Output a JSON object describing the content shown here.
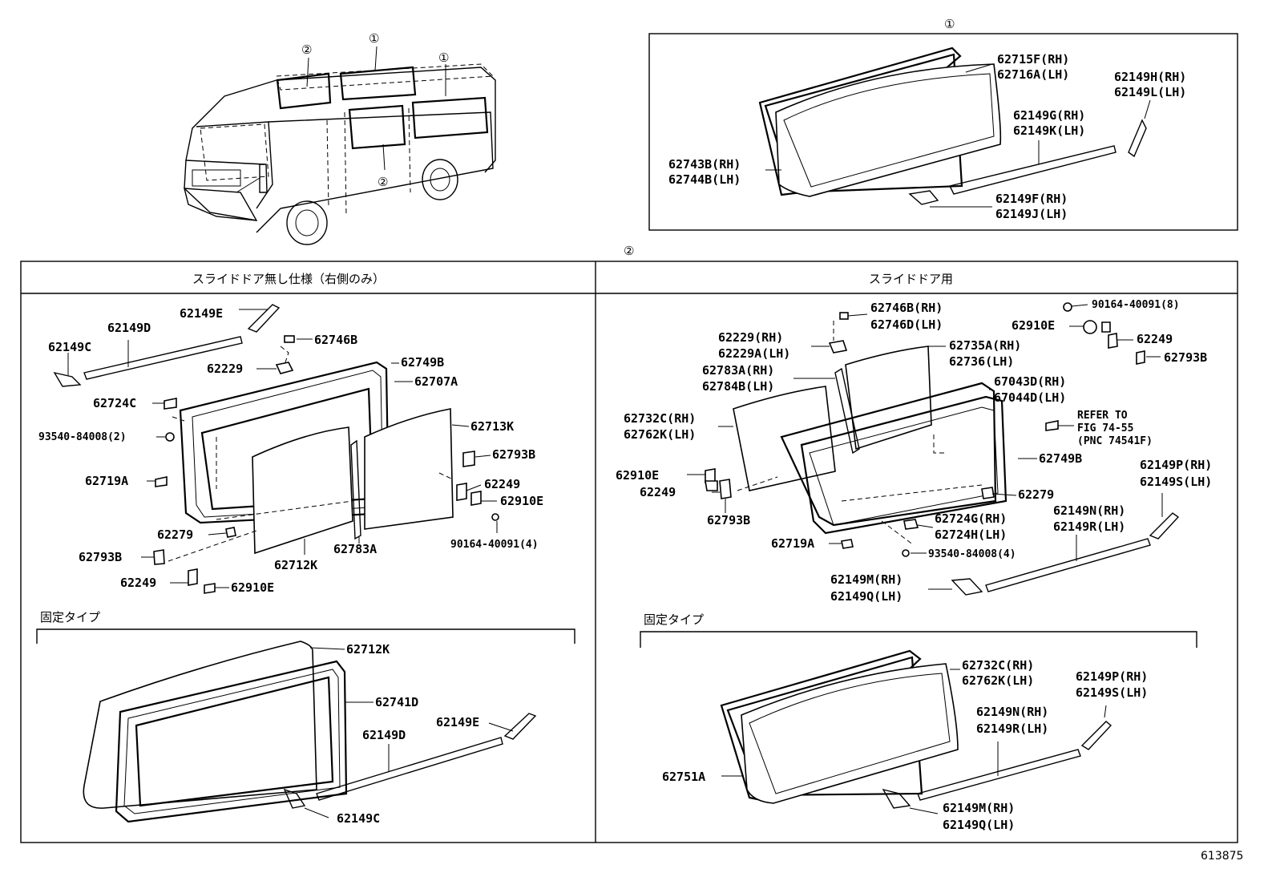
{
  "markers": {
    "one": "①",
    "two": "②"
  },
  "section1": {
    "marker": "①",
    "labels": [
      {
        "id": "p1a",
        "text": "62715F(RH)"
      },
      {
        "id": "p1b",
        "text": "62716A(LH)"
      },
      {
        "id": "p1c",
        "text": "62149H(RH)"
      },
      {
        "id": "p1d",
        "text": "62149L(LH)"
      },
      {
        "id": "p1e",
        "text": "62149G(RH)"
      },
      {
        "id": "p1f",
        "text": "62149K(LH)"
      },
      {
        "id": "p1g",
        "text": "62743B(RH)"
      },
      {
        "id": "p1h",
        "text": "62744B(LH)"
      },
      {
        "id": "p1i",
        "text": "62149F(RH)"
      },
      {
        "id": "p1j",
        "text": "62149J(LH)"
      }
    ]
  },
  "section2": {
    "marker": "②",
    "left_header": "スライドドア無し仕様（右側のみ）",
    "right_header": "スライドドア用",
    "fixed_type_left": "固定タイプ",
    "fixed_type_right": "固定タイプ",
    "left_labels": [
      {
        "id": "l1",
        "text": "62149E"
      },
      {
        "id": "l2",
        "text": "62149D"
      },
      {
        "id": "l3",
        "text": "62149C"
      },
      {
        "id": "l4",
        "text": "62746B"
      },
      {
        "id": "l5",
        "text": "62229"
      },
      {
        "id": "l6",
        "text": "62749B"
      },
      {
        "id": "l7",
        "text": "62707A"
      },
      {
        "id": "l8",
        "text": "62724C"
      },
      {
        "id": "l9",
        "text": "93540-84008(2)"
      },
      {
        "id": "l10",
        "text": "62713K"
      },
      {
        "id": "l11",
        "text": "62793B"
      },
      {
        "id": "l12",
        "text": "62719A"
      },
      {
        "id": "l13",
        "text": "62249"
      },
      {
        "id": "l14",
        "text": "62910E"
      },
      {
        "id": "l15",
        "text": "62279"
      },
      {
        "id": "l16",
        "text": "90164-40091(4)"
      },
      {
        "id": "l17",
        "text": "62712K"
      },
      {
        "id": "l18",
        "text": "62783A"
      },
      {
        "id": "l19",
        "text": "62793B"
      },
      {
        "id": "l20",
        "text": "62249"
      },
      {
        "id": "l21",
        "text": "62910E"
      }
    ],
    "left_fixed_labels": [
      {
        "id": "lf1",
        "text": "62712K"
      },
      {
        "id": "lf2",
        "text": "62741D"
      },
      {
        "id": "lf3",
        "text": "62149E"
      },
      {
        "id": "lf4",
        "text": "62149D"
      },
      {
        "id": "lf5",
        "text": "62149C"
      }
    ],
    "right_labels": [
      {
        "id": "r1",
        "text": "62746B(RH)"
      },
      {
        "id": "r2",
        "text": "62746D(LH)"
      },
      {
        "id": "r3",
        "text": "90164-40091(8)"
      },
      {
        "id": "r4",
        "text": "62910E"
      },
      {
        "id": "r5",
        "text": "62249"
      },
      {
        "id": "r6",
        "text": "62229(RH)"
      },
      {
        "id": "r7",
        "text": "62229A(LH)"
      },
      {
        "id": "r8",
        "text": "62735A(RH)"
      },
      {
        "id": "r9",
        "text": "62736(LH)"
      },
      {
        "id": "r10",
        "text": "62793B"
      },
      {
        "id": "r11",
        "text": "62783A(RH)"
      },
      {
        "id": "r12",
        "text": "62784B(LH)"
      },
      {
        "id": "r13",
        "text": "67043D(RH)"
      },
      {
        "id": "r14",
        "text": "67044D(LH)"
      },
      {
        "id": "r15",
        "text": "62732C(RH)"
      },
      {
        "id": "r16",
        "text": "62762K(LH)"
      },
      {
        "id": "r17",
        "text": "REFER TO"
      },
      {
        "id": "r18",
        "text": "FIG 74-55"
      },
      {
        "id": "r19",
        "text": "(PNC 74541F)"
      },
      {
        "id": "r20",
        "text": "62749B"
      },
      {
        "id": "r21",
        "text": "62910E"
      },
      {
        "id": "r22",
        "text": "62249"
      },
      {
        "id": "r23",
        "text": "62149P(RH)"
      },
      {
        "id": "r24",
        "text": "62149S(LH)"
      },
      {
        "id": "r25",
        "text": "62279"
      },
      {
        "id": "r26",
        "text": "62149N(RH)"
      },
      {
        "id": "r27",
        "text": "62149R(LH)"
      },
      {
        "id": "r28",
        "text": "62793B"
      },
      {
        "id": "r29",
        "text": "62724G(RH)"
      },
      {
        "id": "r30",
        "text": "62724H(LH)"
      },
      {
        "id": "r31",
        "text": "62719A"
      },
      {
        "id": "r32",
        "text": "93540-84008(4)"
      },
      {
        "id": "r33",
        "text": "62149M(RH)"
      },
      {
        "id": "r34",
        "text": "62149Q(LH)"
      }
    ],
    "right_fixed_labels": [
      {
        "id": "rf1",
        "text": "62732C(RH)"
      },
      {
        "id": "rf2",
        "text": "62762K(LH)"
      },
      {
        "id": "rf3",
        "text": "62149P(RH)"
      },
      {
        "id": "rf4",
        "text": "62149S(LH)"
      },
      {
        "id": "rf5",
        "text": "62149N(RH)"
      },
      {
        "id": "rf6",
        "text": "62149R(LH)"
      },
      {
        "id": "rf7",
        "text": "62751A"
      },
      {
        "id": "rf8",
        "text": "62149M(RH)"
      },
      {
        "id": "rf9",
        "text": "62149Q(LH)"
      }
    ]
  },
  "van_markers": [
    "②",
    "①",
    "①",
    "②"
  ],
  "figure_number": "613875"
}
